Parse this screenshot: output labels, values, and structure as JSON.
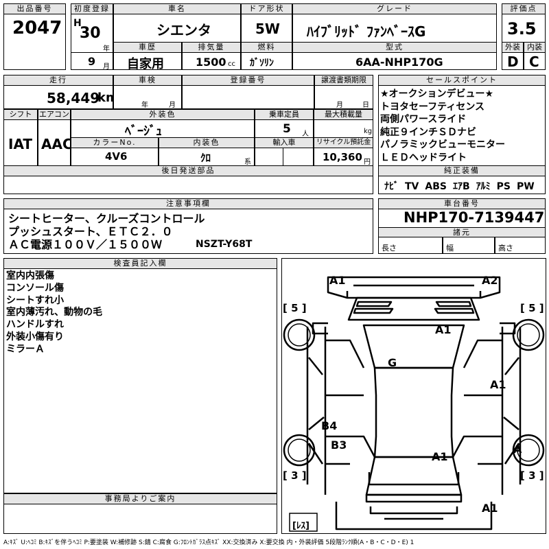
{
  "labels": {
    "lot_number": "出品番号",
    "first_reg": "初度登録",
    "car_name": "車名",
    "door_type": "ドア形状",
    "grade": "グレード",
    "score": "評価点",
    "history": "車歴",
    "displacement": "排気量",
    "fuel": "燃料",
    "model_type": "型式",
    "exterior": "外装",
    "interior": "内装",
    "mileage": "走行",
    "inspection": "車検",
    "reg_number": "登録番号",
    "transfer_docs": "譲渡書類期限",
    "sales_points": "セールスポイント",
    "shift": "シフト",
    "aircon": "エアコン",
    "ext_color": "外装色",
    "capacity": "乗車定員",
    "max_load": "最大積載量",
    "color_no": "カラーNo.",
    "int_color": "内装色",
    "import": "輸入車",
    "recycle": "リサイクル預託金",
    "later_parts": "後日発送部品",
    "genuine_equipment": "純正装備",
    "notes": "注意事項欄",
    "chassis_number": "車台番号",
    "specs": "諸元",
    "length": "長さ",
    "width": "幅",
    "height": "高さ",
    "inspector_notes": "検査員記入欄",
    "office_notice": "事務局よりご案内",
    "year_unit": "年",
    "month_unit": "月",
    "cc_unit": "cc",
    "km_unit": "km",
    "person_unit": "人",
    "kg_unit": "kg",
    "yen_unit": "円",
    "kei_unit": "系"
  },
  "values": {
    "lot_number": "2047",
    "era": "H",
    "year": "30",
    "month": "9",
    "car_name": "シエンタ",
    "door_type": "5W",
    "grade": "ﾊｲﾌﾞﾘｯﾄﾞ ﾌｧﾝﾍﾞｰｽG",
    "score": "3.5",
    "history": "自家用",
    "displacement": "1500",
    "fuel": "ｶﾞｿﾘﾝ",
    "model_type": "6AA-NHP170G",
    "exterior_grade": "D",
    "interior_grade": "C",
    "mileage": "58,449",
    "shift": "IAT",
    "aircon": "AAC",
    "ext_color": "ﾍﾞｰｼﾞｭ",
    "capacity": "5",
    "color_no": "4V6",
    "int_color": "ｸﾛ",
    "recycle": "10,360",
    "chassis_number": "NHP170-7139447"
  },
  "sales_points": [
    "★オークションデビュー★",
    "トヨタセーフティセンス",
    "両側パワースライド",
    "純正９インチＳＤナビ",
    "パノラミックビューモニター",
    "ＬＥＤヘッドライト"
  ],
  "equipment": [
    "ﾅﾋﾞ",
    "TV",
    "ABS",
    "ｴｱB",
    "ｱﾙﾐ",
    "PS",
    "PW"
  ],
  "notes": [
    "シートヒーター、クルーズコントロール",
    "プッシュスタート、ＥＴＣ２．０",
    "ＡＣ電源１００Ｖ／１５００Ｗ"
  ],
  "notes_model": "NSZT-Y68T",
  "inspector_notes": [
    "室内内張傷",
    "コンソール傷",
    "シートすれ小",
    "室内薄汚れ、動物の毛",
    "ハンドルすれ",
    "外装小傷有り",
    "ミラーＡ"
  ],
  "diagram": {
    "tire_left_top": "[ 5 ]",
    "tire_right_top": "[ 5 ]",
    "tire_left_bottom": "[ 3 ]",
    "tire_right_bottom": "[ 3 ]",
    "spare": "[ﾚｽ]",
    "marks": [
      "A1",
      "A2",
      "A1",
      "G",
      "A1",
      "B4",
      "B3",
      "A1",
      "A",
      "A1"
    ]
  },
  "legend": "A:ｷｽﾞ U:ﾍｺﾐ B:ｷｽﾞを伴うﾍｺﾐ P:要塗装 W:補修跡 S:錆 C:腐食 G:ﾌﾛﾝﾄｶﾞﾗｽ点ｷｽﾞ XX:交換済み X:要交換 内・外装評価 5段階ﾗﾝｸ順(A・B・C・D・E) 1"
}
